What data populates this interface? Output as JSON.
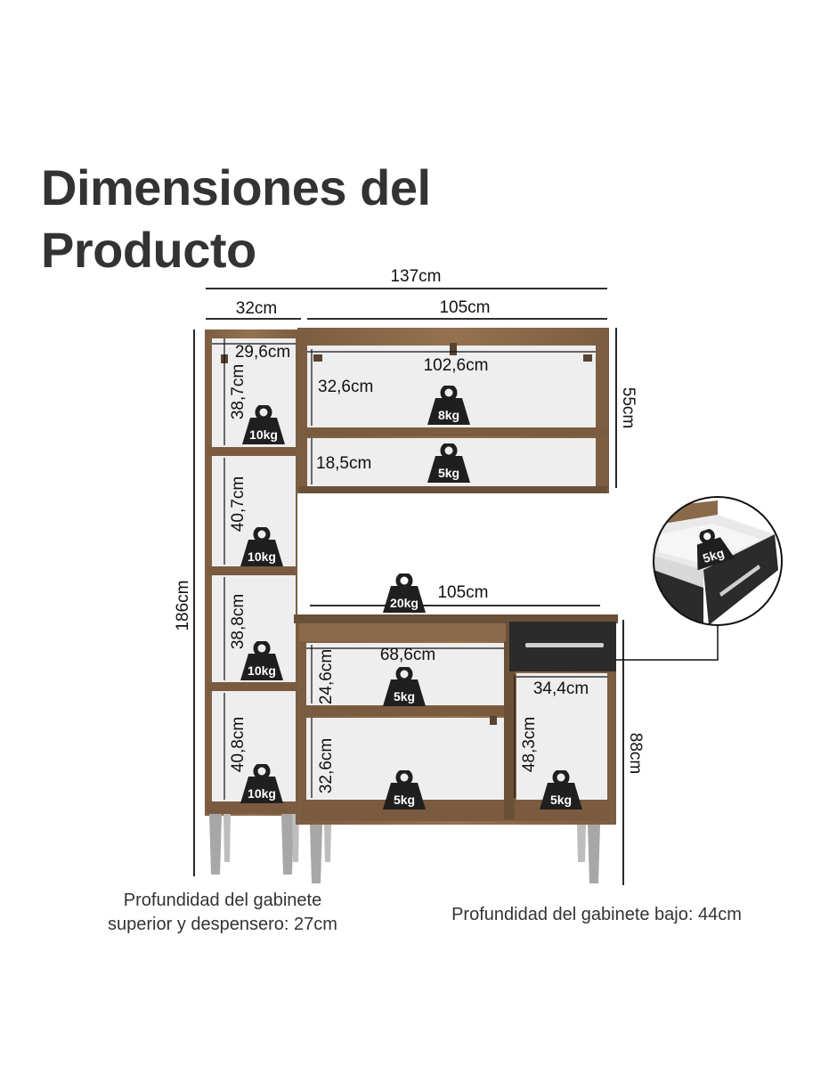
{
  "title": {
    "line1": "Dimensiones del",
    "line2": "Producto"
  },
  "dimensions": {
    "total_width": "137cm",
    "pantry_width": "32cm",
    "upper_width": "105cm",
    "pantry_inner_width": "29,6cm",
    "pantry_shelf1": "38,7cm",
    "pantry_shelf2": "40,7cm",
    "pantry_shelf3": "38,8cm",
    "pantry_shelf4": "40,8cm",
    "upper_inner_width": "102,6cm",
    "upper_shelf1": "32,6cm",
    "upper_shelf2": "18,5cm",
    "upper_height": "55cm",
    "total_height": "186cm",
    "lower_width": "105cm",
    "lower_inner_width": "68,6cm",
    "lower_shelf1": "24,6cm",
    "lower_shelf2": "32,6cm",
    "drawer_width": "34,4cm",
    "drawer_section_height": "48,3cm",
    "lower_height": "88cm"
  },
  "weights": {
    "pantry1": "10kg",
    "pantry2": "10kg",
    "pantry3": "10kg",
    "pantry4": "10kg",
    "upper1": "8kg",
    "upper2": "5kg",
    "countertop": "20kg",
    "lower1": "5kg",
    "lower2": "5kg",
    "lower_right": "5kg",
    "drawer": "5kg"
  },
  "notes": {
    "upper_depth_line1": "Profundidad del gabinete",
    "upper_depth_line2": "superior y despensero: 27cm",
    "lower_depth": "Profundidad del gabinete bajo: 44cm"
  },
  "colors": {
    "wood": "#8a6a4b",
    "wood_dark": "#6b5038",
    "interior": "#efefef",
    "drawer": "#2b2b2b",
    "legs": "#a7a7a7",
    "weight_icon": "#1f1f1f"
  }
}
